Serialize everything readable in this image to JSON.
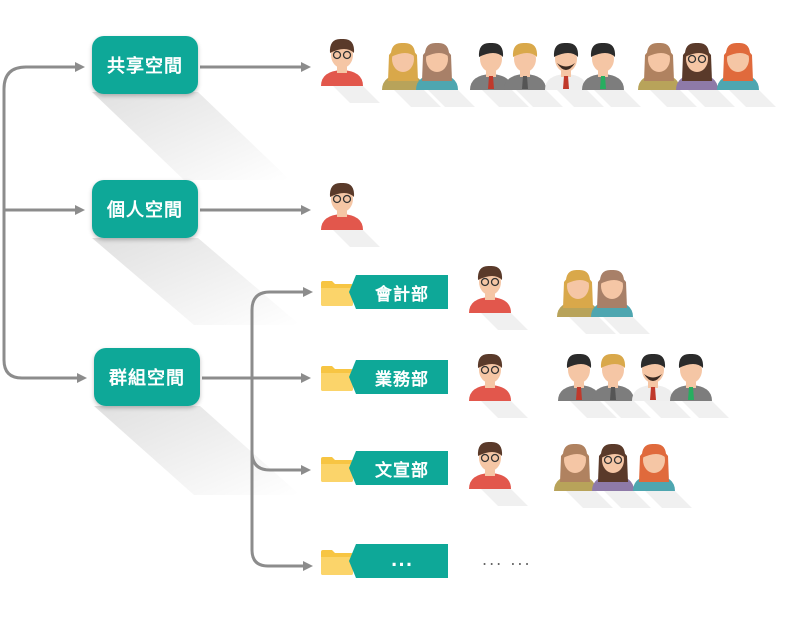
{
  "spaces": [
    {
      "id": "shared",
      "label": "共享空間"
    },
    {
      "id": "personal",
      "label": "個人空間"
    },
    {
      "id": "group",
      "label": "群組空間"
    }
  ],
  "departments": [
    {
      "id": "accounting",
      "label": "會計部"
    },
    {
      "id": "business",
      "label": "業務部"
    },
    {
      "id": "pr",
      "label": "文宣部"
    },
    {
      "id": "more",
      "label": "..."
    }
  ],
  "more_members": "... ...",
  "colors": {
    "teal": "#0ea898",
    "arrow": "#8c8c8c",
    "folder": "#f7c543",
    "shirt_red": "#e2574c",
    "skin": "#f5c6a5"
  },
  "icons": [
    "folder-icon",
    "person-icon",
    "arrow-icon"
  ]
}
